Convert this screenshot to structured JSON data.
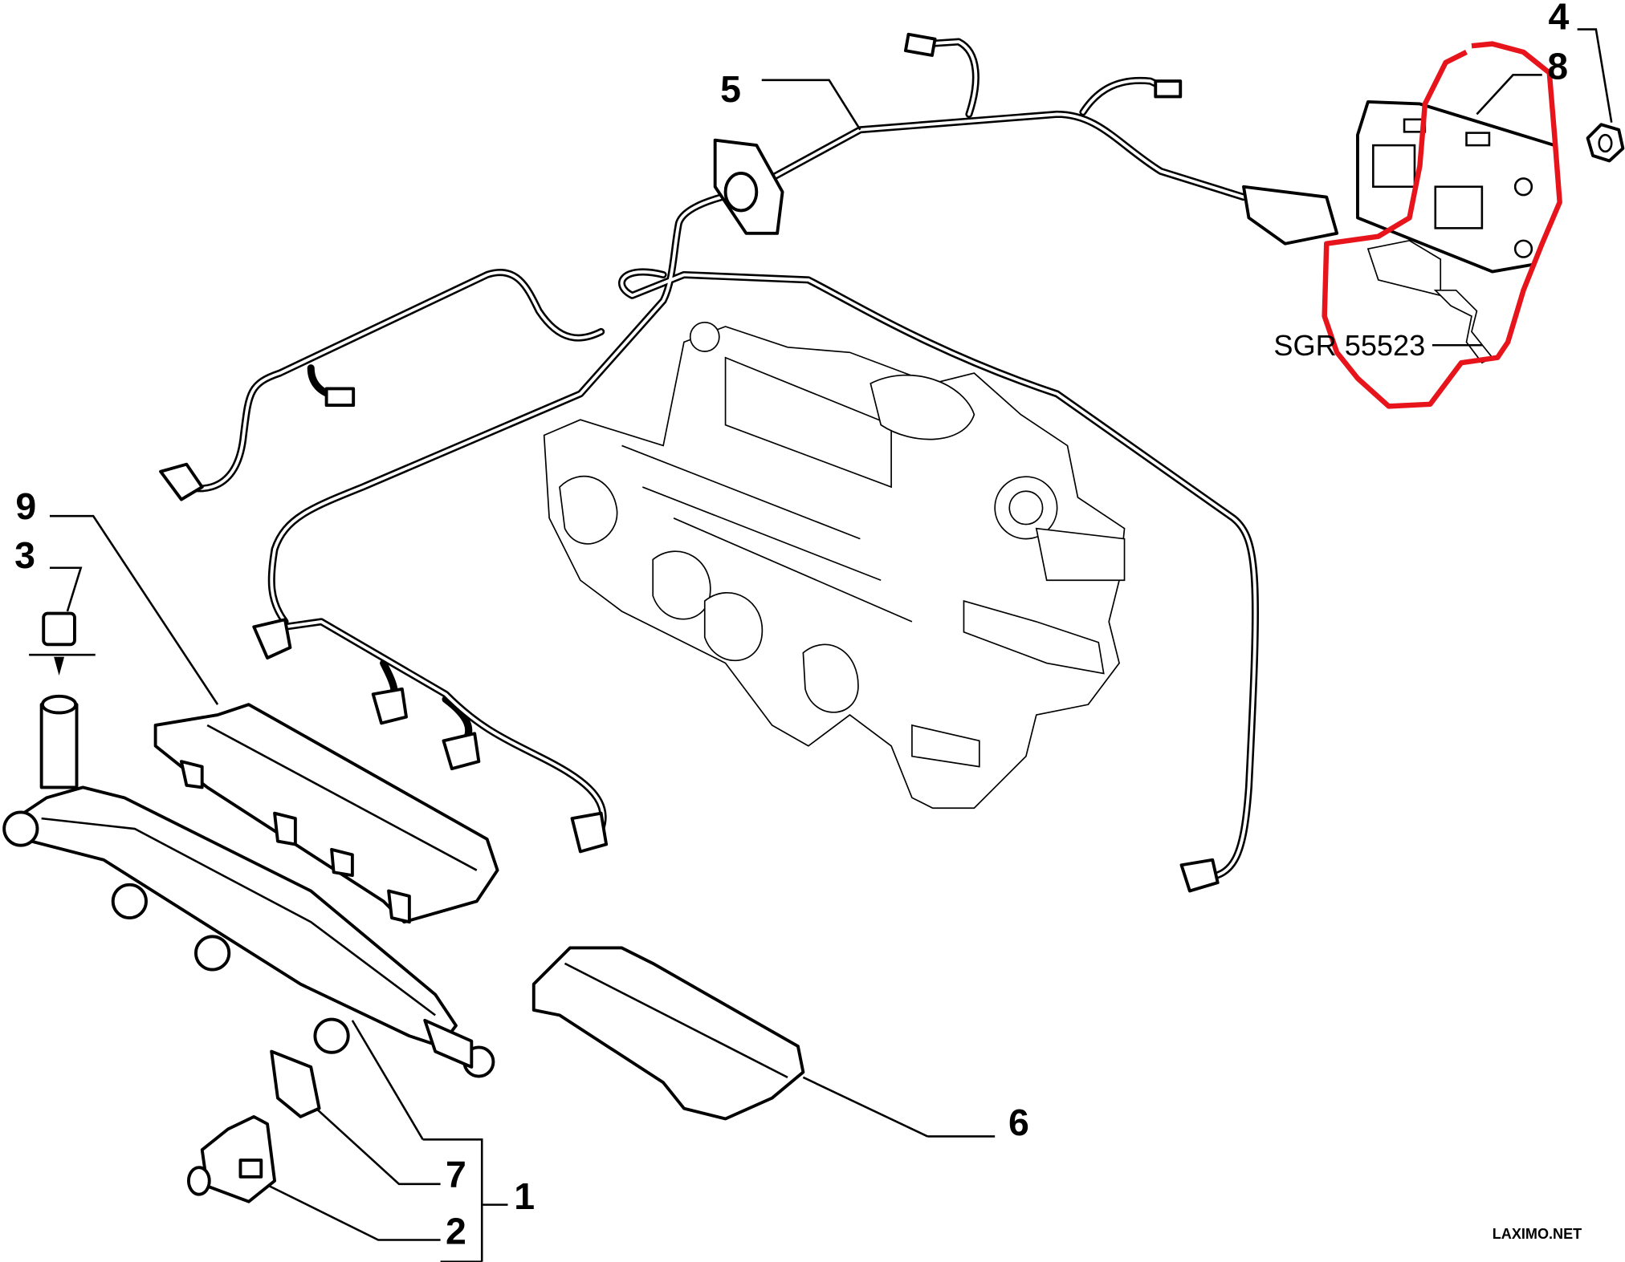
{
  "diagram": {
    "title": "Fuel injection rail and wiring harness exploded view",
    "callouts": [
      {
        "id": "1",
        "label": "1"
      },
      {
        "id": "2",
        "label": "2"
      },
      {
        "id": "3",
        "label": "3"
      },
      {
        "id": "4",
        "label": "4"
      },
      {
        "id": "5",
        "label": "5"
      },
      {
        "id": "6",
        "label": "6"
      },
      {
        "id": "7",
        "label": "7"
      },
      {
        "id": "8",
        "label": "8"
      },
      {
        "id": "9",
        "label": "9"
      }
    ],
    "part_code": "SGR 55523",
    "highlight_color": "#e8141c",
    "watermark": "LAXIMO.NET"
  }
}
